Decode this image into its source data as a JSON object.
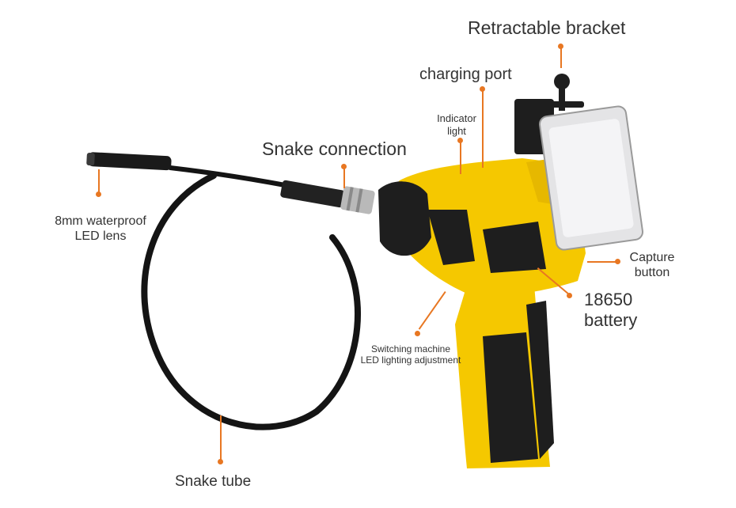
{
  "colors": {
    "accent": "#e87722",
    "body_yellow": "#f5c800",
    "grip_black": "#1e1e1e",
    "cable_black": "#141414",
    "text": "#333333"
  },
  "labels": {
    "retractable_bracket": "Retractable bracket",
    "charging_port": "charging port",
    "indicator_light_l1": "Indicator",
    "indicator_light_l2": "light",
    "snake_connection": "Snake connection",
    "lens_l1": "8mm waterproof",
    "lens_l2": "LED lens",
    "capture_l1": "Capture",
    "capture_l2": "button",
    "battery_l1": "18650",
    "battery_l2": "battery",
    "switching_l1": "Switching machine",
    "switching_l2": "LED lighting adjustment",
    "snake_tube": "Snake tube"
  }
}
